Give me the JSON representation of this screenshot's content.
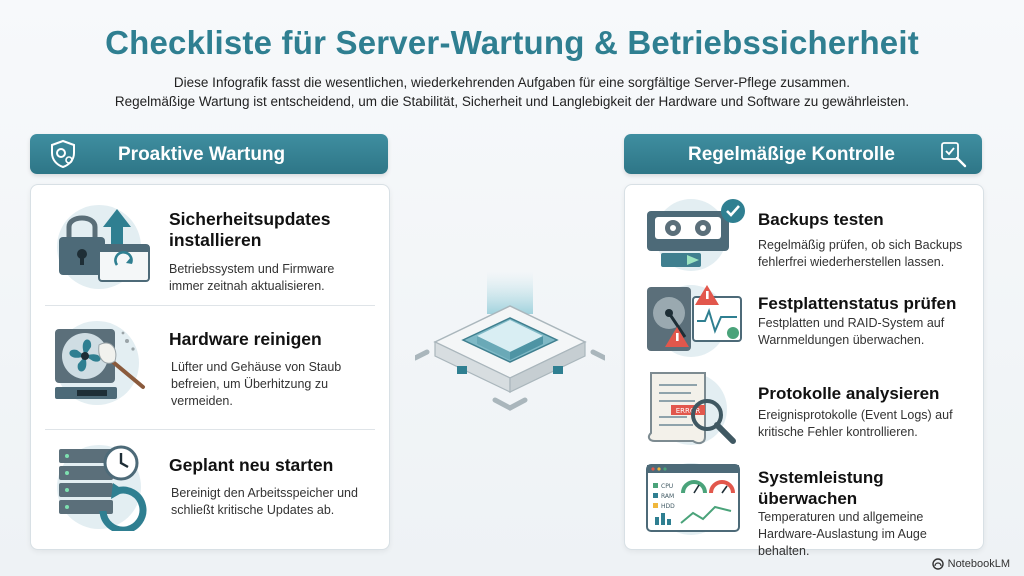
{
  "title": "Checkliste für Server-Wartung & Betriebssicherheit",
  "intro": {
    "line1": "Diese Infografik fasst die wesentlichen, wiederkehrenden Aufgaben für eine sorgfältige Server-Pflege zusammen.",
    "line2": "Regelmäßige Wartung ist entscheidend, um die Stabilität, Sicherheit und Langlebigkeit der Hardware und Software zu gewährleisten."
  },
  "left": {
    "header": "Proaktive Wartung",
    "header_icon": "shield-gear-icon",
    "items": [
      {
        "title1": "Sicherheitsupdates",
        "title2": "installieren",
        "desc1": "Betriebssystem und Firmware",
        "desc2": "immer zeitnah aktualisieren.",
        "icon": "padlock-update-icon"
      },
      {
        "title1": "Hardware reinigen",
        "desc1": "Lüfter und Gehäuse von Staub",
        "desc2": "befreien, um Überhitzung zu",
        "desc3": "vermeiden.",
        "icon": "fan-duster-icon"
      },
      {
        "title1": "Geplant neu starten",
        "desc1": "Bereinigt den Arbeitsspeicher und",
        "desc2": "schließt kritische Updates ab.",
        "icon": "server-restart-icon"
      }
    ]
  },
  "right": {
    "header": "Regelmäßige Kontrolle",
    "header_icon": "magnifier-check-icon",
    "items": [
      {
        "title1": "Backups testen",
        "desc1": "Regelmäßig prüfen, ob sich Backups",
        "desc2": "fehlerfrei wiederherstellen lassen.",
        "icon": "backup-tape-icon"
      },
      {
        "title1": "Festplattenstatus prüfen",
        "desc1": "Festplatten und RAID-System auf",
        "desc2": "Warnmeldungen überwachen.",
        "icon": "harddisk-warning-icon"
      },
      {
        "title1": "Protokolle analysieren",
        "desc1": "Ereignisprotokolle (Event Logs) auf",
        "desc2": "kritische Fehler kontrollieren.",
        "icon": "log-magnifier-icon",
        "badge": "ERROR"
      },
      {
        "title1": "Systemleistung",
        "title2": "überwachen",
        "desc1": "Temperaturen und allgemeine",
        "desc2": "Hardware-Auslastung im Auge behalten.",
        "icon": "dashboard-monitor-icon",
        "labels": [
          "CPU",
          "RAM",
          "HDD"
        ]
      }
    ]
  },
  "brand": "NotebookLM",
  "colors": {
    "accent": "#2f7f91",
    "header": "#3a8899",
    "warning": "#e2574c",
    "success": "#4aa37a"
  }
}
